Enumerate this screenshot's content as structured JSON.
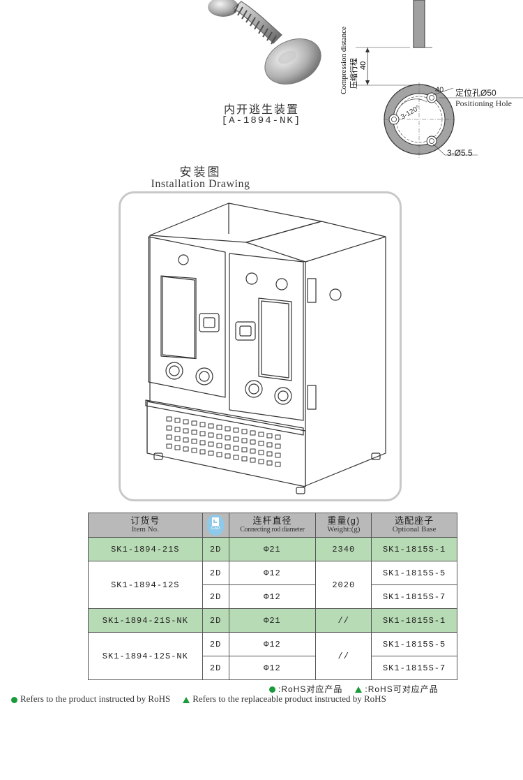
{
  "product": {
    "name_cn": "内开逃生装置",
    "code": "[A-1894-NK]"
  },
  "dimension": {
    "compression_en": "Compression distance",
    "compression_cn": "压缩行程",
    "compression_value": "40",
    "dim_small": "40",
    "angle_label": "3-120°",
    "positioning_cn": "定位孔Ø50",
    "positioning_en": "Positioning Hole",
    "hole_size": "3-Ø5.5"
  },
  "installation": {
    "title_cn": "安装图",
    "title_en": "Installation Drawing"
  },
  "table": {
    "headers": {
      "item_cn": "订货号",
      "item_en": "Item No.",
      "cad_text": "CAD",
      "rod_cn": "连杆直径",
      "rod_en": "Connecting rod diameter",
      "weight_cn": "重量(g)",
      "weight_en": "Weight:(g)",
      "base_cn": "选配座子",
      "base_en": "Optional Base"
    },
    "rows": [
      {
        "item": "SK1-1894-21S",
        "cad": "2D",
        "rod": "Φ21",
        "weight": "2340",
        "base": "SK1-1815S-1"
      },
      {
        "item": "SK1-1894-12S",
        "cad": "2D",
        "rod": "Φ12",
        "weight": "2020",
        "base": "SK1-1815S-5"
      },
      {
        "cad": "2D",
        "rod": "Φ12",
        "base": "SK1-1815S-7"
      },
      {
        "item": "SK1-1894-21S-NK",
        "cad": "2D",
        "rod": "Φ21",
        "weight": "//",
        "base": "SK1-1815S-1"
      },
      {
        "item": "SK1-1894-12S-NK",
        "cad": "2D",
        "rod": "Φ12",
        "weight": "//",
        "base": "SK1-1815S-5"
      },
      {
        "cad": "2D",
        "rod": "Φ12",
        "base": "SK1-1815S-7"
      }
    ]
  },
  "legend": {
    "rohs_cn": ":RoHS对应产品",
    "replaceable_cn": ":RoHS可对应产品",
    "rohs_en": "Refers to the product instructed by RoHS",
    "replaceable_en": "Refers to the replaceable product instructed by RoHS"
  },
  "colors": {
    "green_row": "#b7dbb4",
    "header_gray": "#b9b9b9",
    "legend_green": "#1a9a3a",
    "cad_blue": "#8ec9ea"
  }
}
